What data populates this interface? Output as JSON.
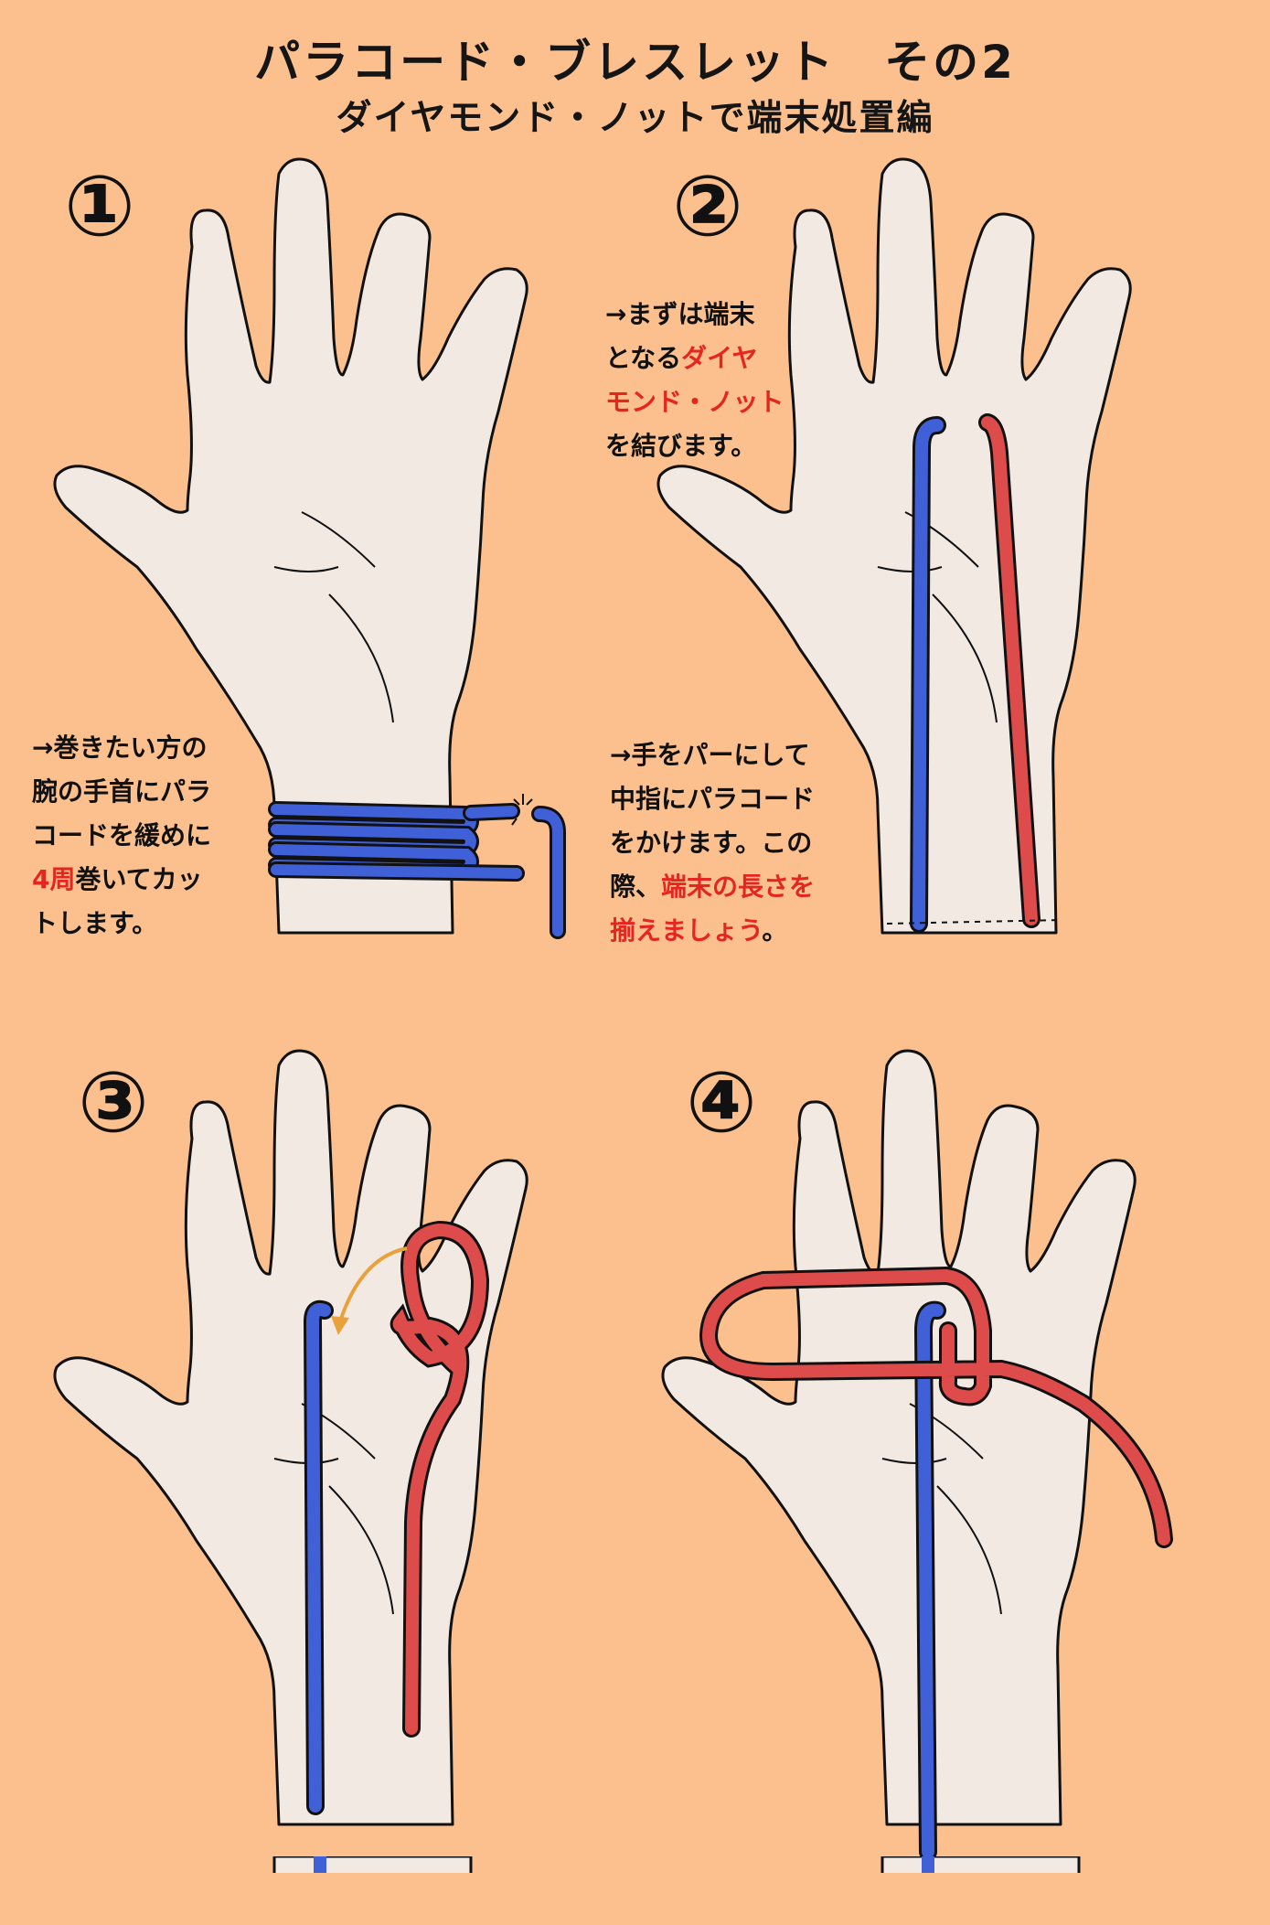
{
  "header": {
    "title": "パラコード・ブレスレット　その2",
    "subtitle": "ダイヤモンド・ノットで端末処置編"
  },
  "colors": {
    "background": "#fcc08f",
    "skin": "#f2e9e3",
    "blue_cord": "#4060d8",
    "red_cord": "#dd4b4b",
    "arrow": "#e9a23b",
    "highlight_text": "#e52520"
  },
  "steps": [
    {
      "number": "①",
      "note": [
        [
          {
            "t": "→巻きたい方の",
            "red": false
          }
        ],
        [
          {
            "t": "腕の手首にパラ",
            "red": false
          }
        ],
        [
          {
            "t": "コードを緩めに",
            "red": false
          }
        ],
        [
          {
            "t": "4周",
            "red": true
          },
          {
            "t": "巻いてカッ",
            "red": false
          }
        ],
        [
          {
            "t": "トします。",
            "red": false
          }
        ]
      ]
    },
    {
      "number": "②",
      "note_top": [
        [
          {
            "t": "→まずは端末",
            "red": false
          }
        ],
        [
          {
            "t": "となる",
            "red": false
          },
          {
            "t": "ダイヤ",
            "red": true
          }
        ],
        [
          {
            "t": "モンド・ノット",
            "red": true
          }
        ],
        [
          {
            "t": "を結びます。",
            "red": false
          }
        ]
      ],
      "note_bottom": [
        [
          {
            "t": "→手をパーにして",
            "red": false
          }
        ],
        [
          {
            "t": "中指にパラコード",
            "red": false
          }
        ],
        [
          {
            "t": "をかけます。この",
            "red": false
          }
        ],
        [
          {
            "t": "際、",
            "red": false
          },
          {
            "t": "端末の長さを",
            "red": true
          }
        ],
        [
          {
            "t": "揃えましょう",
            "red": true
          },
          {
            "t": "。",
            "red": false
          }
        ]
      ]
    },
    {
      "number": "③"
    },
    {
      "number": "④"
    }
  ]
}
